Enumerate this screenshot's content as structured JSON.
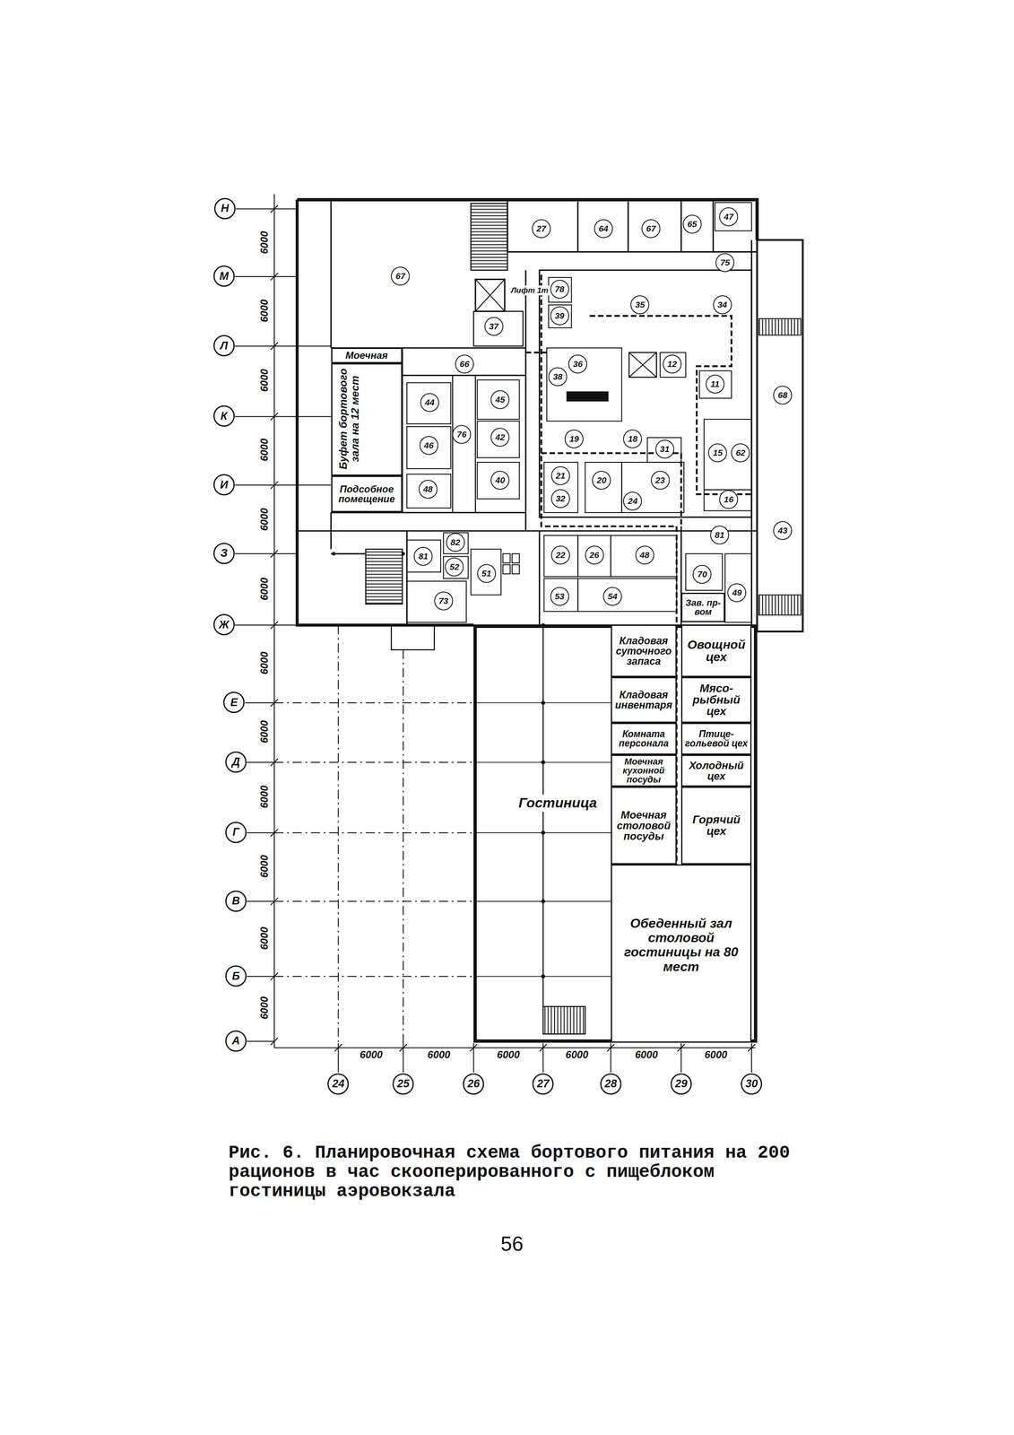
{
  "diagram": {
    "caption": "Рис. 6. Планировочная схема бортового питания на 200 рационов в час скооперированного с пищеблоком гостиницы аэровокзала",
    "nodes": [
      {
        "text": [
          "Моечная"
        ]
      },
      {
        "text": [
          "Буфет бортового зала на 12 мест"
        ]
      },
      {
        "text": [
          "Подсобное помещение"
        ]
      },
      {
        "text": [
          "Зав. пр-вом"
        ]
      },
      {
        "text": [
          "Гостиница"
        ]
      },
      {
        "text": [
          "Кладовая суточного запаса"
        ],
        "in": 4
      },
      {
        "text": [
          "Овощной цех"
        ],
        "in": 4
      },
      {
        "text": [
          "Кладовая инвентаря"
        ],
        "in": 4
      },
      {
        "text": [
          "Мясо-рыбный цех"
        ],
        "in": 4
      },
      {
        "text": [
          "Комната персонала"
        ],
        "in": 4
      },
      {
        "text": [
          "Птице-гольевой цех"
        ],
        "in": 4
      },
      {
        "text": [
          "Моечная кухонной посуды"
        ],
        "in": 4
      },
      {
        "text": [
          "Холодный цех"
        ],
        "in": 4
      },
      {
        "text": [
          "Моечная столовой посуды"
        ],
        "in": 4
      },
      {
        "text": [
          "Горячий цех"
        ],
        "in": 4
      },
      {
        "text": [
          "Обеденный зал столовой гостиницы на 80 мест"
        ],
        "in": 4
      }
    ],
    "labels": [
      "27",
      "64",
      "67",
      "65",
      "47",
      "75",
      "67",
      "Лифт 1т",
      "78",
      "39",
      "37",
      "35",
      "34",
      "66",
      "36",
      "38",
      "12",
      "11",
      "44",
      "45",
      "76",
      "46",
      "42",
      "19",
      "18",
      "31",
      "15",
      "62",
      "21",
      "20",
      "23",
      "48",
      "40",
      "32",
      "24",
      "16",
      "68",
      "43",
      "81",
      "82",
      "81",
      "22",
      "26",
      "48",
      "52",
      "51",
      "70",
      "49",
      "53",
      "54",
      "73",
      "Н",
      "М",
      "Л",
      "К",
      "И",
      "З",
      "Ж",
      "Е",
      "Д",
      "Г",
      "В",
      "Б",
      "А",
      "6000",
      "6000",
      "6000",
      "6000",
      "6000",
      "6000",
      "6000",
      "6000",
      "6000",
      "6000",
      "6000",
      "6000",
      "6000",
      "6000",
      "6000",
      "6000",
      "6000",
      "6000",
      "24",
      "25",
      "26",
      "27",
      "28",
      "29",
      "30",
      "56"
    ]
  }
}
